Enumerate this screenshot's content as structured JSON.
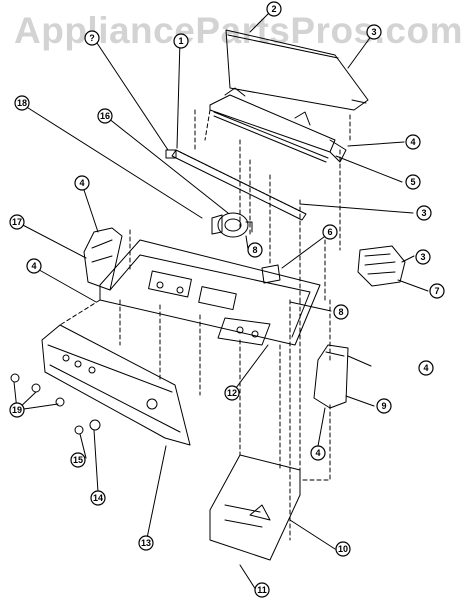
{
  "watermark": "AppliancePartsPros.com",
  "callouts": {
    "c2": "2",
    "c3a": "3",
    "c3b": "3",
    "c3c": "3",
    "c4a": "4",
    "c4b": "4",
    "c4c": "4",
    "c4d": "4",
    "c4e": "4",
    "c5": "5",
    "c6": "6",
    "c7": "7",
    "c8a": "8",
    "c8b": "8",
    "c9": "9",
    "c10": "10",
    "c11": "11",
    "c12": "12",
    "c13": "13",
    "c14": "14",
    "c15": "15",
    "c16": "16",
    "c17": "17",
    "c18": "18",
    "c19": "19",
    "c1": "1",
    "cq": "?"
  }
}
